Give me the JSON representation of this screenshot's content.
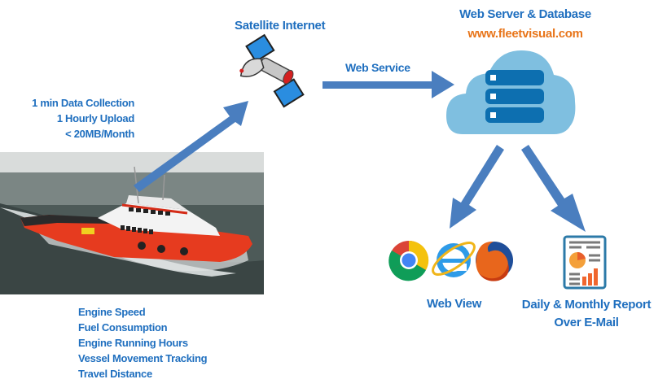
{
  "satellite": {
    "title": "Satellite Internet"
  },
  "server": {
    "title": "Web Server & Database",
    "url": "www.fleetvisual.com"
  },
  "link": {
    "label": "Web Service"
  },
  "upload_info": [
    "1 min Data Collection",
    "1 Hourly Upload",
    "< 20MB/Month"
  ],
  "vessel": {
    "metrics": [
      "Engine Speed",
      "Fuel Consumption",
      "Engine Running Hours",
      "Vessel Movement Tracking",
      "Travel Distance"
    ]
  },
  "web_view": {
    "label": "Web View",
    "browsers": [
      "chrome-icon",
      "internet-explorer-icon",
      "firefox-icon"
    ]
  },
  "report": {
    "line1": "Daily & Monthly Report",
    "line2": "Over E-Mail"
  },
  "colors": {
    "arrow": "#4a7ebf",
    "text": "#1f6fbf",
    "url": "#e8751a",
    "cloud": "#7fbfe0",
    "server": "#0d6fb0"
  }
}
